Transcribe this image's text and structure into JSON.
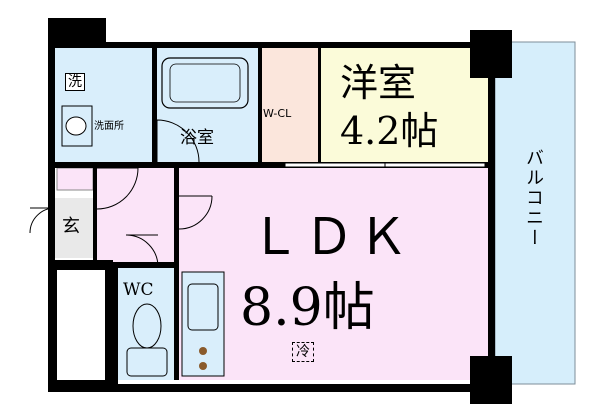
{
  "colors": {
    "wall": "#000000",
    "ldk": "#fbe4f8",
    "western": "#fbfbd9",
    "wet": "#d9eefb",
    "wcl": "#fbe6dc",
    "balcony": "#d6eefb",
    "entry": "#e9e9e9",
    "stair_dot": "#8a5a2b"
  },
  "rooms": {
    "ldk": {
      "name": "ＬＤＫ",
      "size": "8.9帖"
    },
    "western": {
      "name": "洋室",
      "size": "4.2帖"
    },
    "bath": "浴室",
    "wc": "WC",
    "washroom": "洗面所",
    "laundry": "洗",
    "wcl": "W-CL",
    "entrance": "玄",
    "balcony": "バルコニー",
    "fridge": "冷"
  }
}
